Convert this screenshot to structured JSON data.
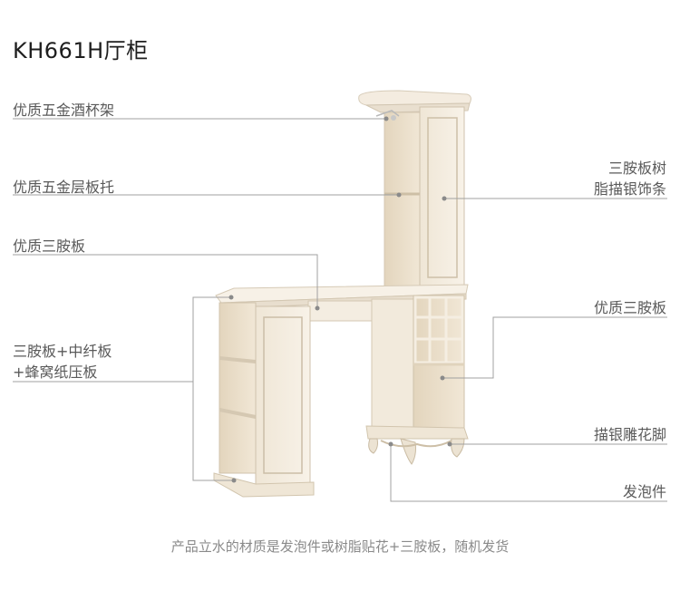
{
  "title": "KH661H厅柜",
  "labels": {
    "wine_rack": "优质五金酒杯架",
    "shelf_support": "优质五金层板托",
    "board_left": "优质三胺板",
    "panel_line1": "三胺板+中纤板",
    "panel_line2": "+蜂窝纸压板",
    "resin_line1": "三胺板树",
    "resin_line2": "脂描银饰条",
    "board_right": "优质三胺板",
    "carved_leg": "描银雕花脚",
    "foam": "发泡件"
  },
  "footer": "产品立水的材质是发泡件或树脂贴花+三胺板，随机发货",
  "colors": {
    "cabinet": "#f6efe3",
    "cabinet_shadow": "#e6dccb",
    "inner": "#ede1cc",
    "line": "#9a9a9a",
    "dot": "#8a8a8a"
  }
}
